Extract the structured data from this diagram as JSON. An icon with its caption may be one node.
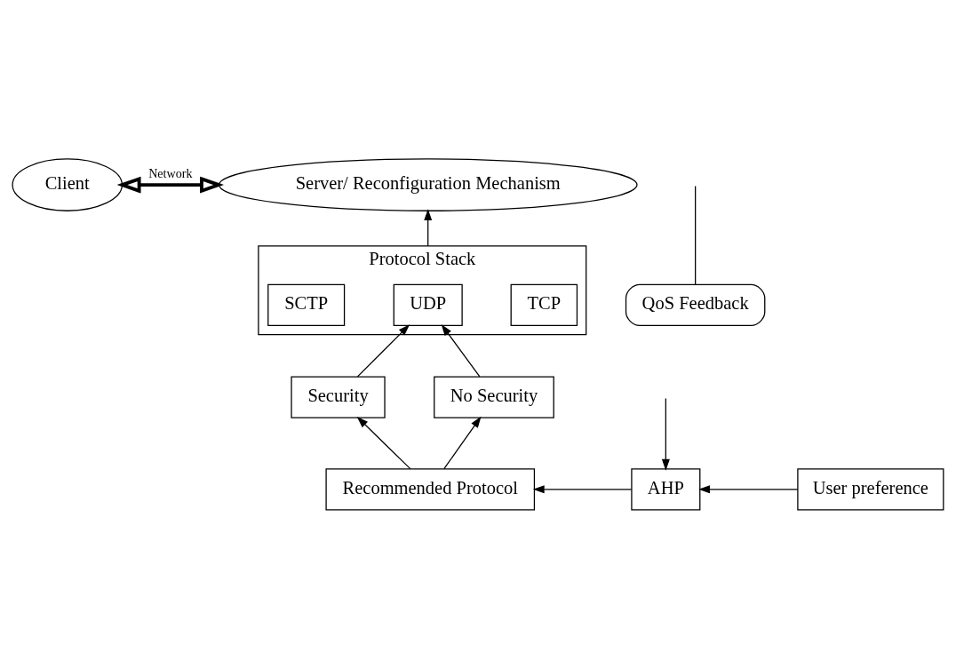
{
  "diagram": {
    "nodes": [
      {
        "text": [
          "Server/ Reconfiguration Mechanism"
        ]
      },
      {
        "text": [
          "Client"
        ]
      },
      {
        "text": [
          "Protocol Stack"
        ]
      },
      {
        "text": [
          "TCP"
        ],
        "in": 2
      },
      {
        "text": [
          "UDP"
        ],
        "in": 2
      },
      {
        "text": [
          "SCTP"
        ],
        "in": 2
      },
      {
        "text": [
          "Security"
        ]
      },
      {
        "text": [
          "No Security"
        ]
      },
      {
        "text": [
          "QoS Feedback"
        ]
      },
      {
        "text": [
          "Recommended Protocol"
        ]
      },
      {
        "text": [
          "AHP"
        ]
      },
      {
        "text": [
          "User preference"
        ]
      }
    ],
    "edges": [
      {
        "from": 0,
        "to": 1,
        "arrow": "both",
        "label": "Network",
        "style": "thick"
      },
      {
        "from": 2,
        "to": 0,
        "arrow": "to"
      },
      {
        "from": 6,
        "to": 4,
        "arrow": "to"
      },
      {
        "from": 7,
        "to": 4,
        "arrow": "to"
      },
      {
        "from": 9,
        "to": 6,
        "arrow": "to"
      },
      {
        "from": 9,
        "to": 7,
        "arrow": "to"
      },
      {
        "from": 10,
        "to": 9,
        "arrow": "to"
      },
      {
        "from": 11,
        "to": 10,
        "arrow": "to"
      },
      {
        "from": null,
        "to": 10,
        "arrow": "to"
      },
      {
        "from": 8,
        "to": null,
        "arrow": "none"
      }
    ]
  }
}
